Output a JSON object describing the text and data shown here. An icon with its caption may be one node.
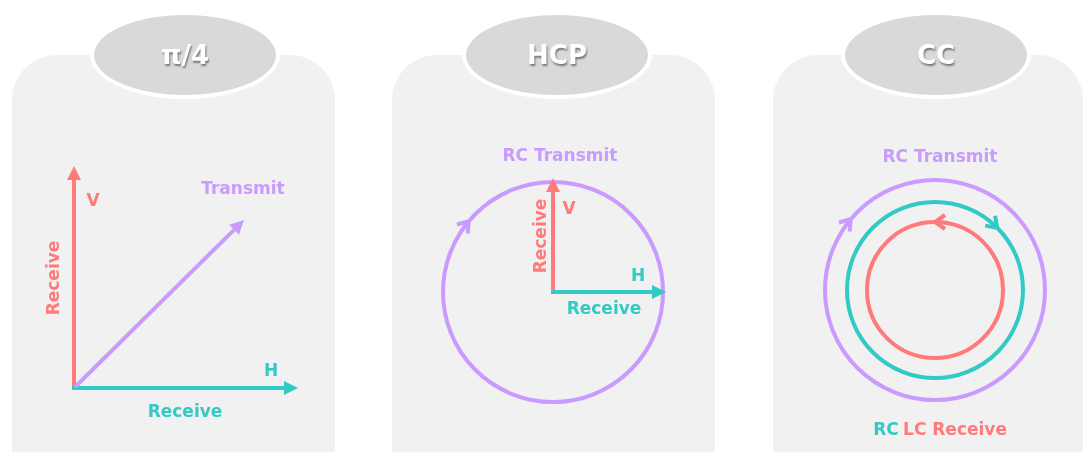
{
  "diagram": {
    "nodes": [
      {
        "text": [
          "π/4"
        ]
      },
      {
        "text": [
          "HCP"
        ]
      },
      {
        "text": [
          "CC"
        ]
      }
    ],
    "labels": [
      "V",
      "Transmit",
      "Receive",
      "H",
      "Receive",
      "RC Transmit",
      "V",
      "Receive",
      "H",
      "Receive",
      "RC Transmit",
      "RC",
      "LC Receive"
    ]
  }
}
